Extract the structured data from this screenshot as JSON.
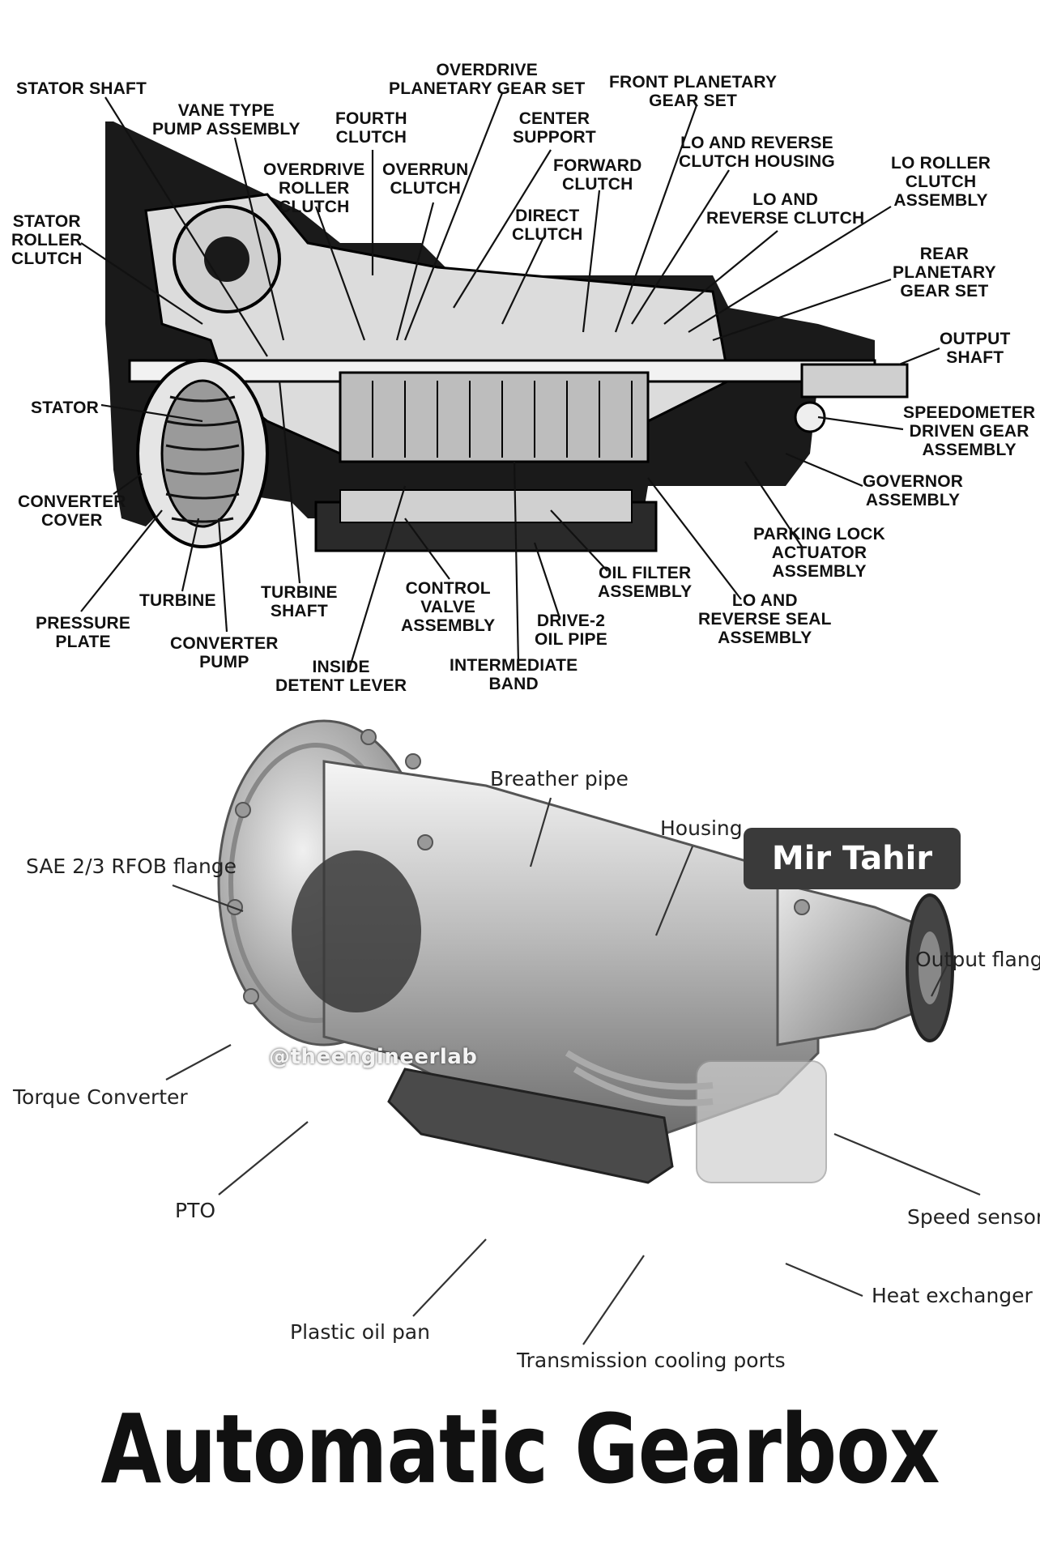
{
  "title": "Automatic Gearbox",
  "watermark": {
    "badge": "Mir Tahir",
    "handle": "@theengineerlab"
  },
  "top_labels": [
    {
      "id": "stator-shaft",
      "text": "STATOR SHAFT"
    },
    {
      "id": "overdrive-planetary",
      "text": "OVERDRIVE\nPLANETARY GEAR SET"
    },
    {
      "id": "front-planetary",
      "text": "FRONT PLANETARY\nGEAR SET"
    },
    {
      "id": "vane-pump",
      "text": "VANE TYPE\nPUMP ASSEMBLY"
    },
    {
      "id": "fourth-clutch",
      "text": "FOURTH\nCLUTCH"
    },
    {
      "id": "center-support",
      "text": "CENTER\nSUPPORT"
    },
    {
      "id": "lo-reverse-housing",
      "text": "LO AND REVERSE\nCLUTCH HOUSING"
    },
    {
      "id": "lo-roller-clutch",
      "text": "LO ROLLER\nCLUTCH\nASSEMBLY"
    },
    {
      "id": "overdrive-roller",
      "text": "OVERDRIVE\nROLLER\nCLUTCH"
    },
    {
      "id": "overrun-clutch",
      "text": "OVERRUN\nCLUTCH"
    },
    {
      "id": "forward-clutch",
      "text": "FORWARD\nCLUTCH"
    },
    {
      "id": "lo-reverse-clutch",
      "text": "LO AND\nREVERSE CLUTCH"
    },
    {
      "id": "stator-roller",
      "text": "STATOR\nROLLER\nCLUTCH"
    },
    {
      "id": "direct-clutch",
      "text": "DIRECT\nCLUTCH"
    },
    {
      "id": "rear-planetary",
      "text": "REAR\nPLANETARY\nGEAR SET"
    },
    {
      "id": "output-shaft",
      "text": "OUTPUT\nSHAFT"
    },
    {
      "id": "stator",
      "text": "STATOR"
    },
    {
      "id": "speedometer",
      "text": "SPEEDOMETER\nDRIVEN GEAR\nASSEMBLY"
    },
    {
      "id": "governor",
      "text": "GOVERNOR\nASSEMBLY"
    },
    {
      "id": "converter-cover",
      "text": "CONVERTER\nCOVER"
    },
    {
      "id": "parking-lock",
      "text": "PARKING LOCK\nACTUATOR\nASSEMBLY"
    },
    {
      "id": "oil-filter",
      "text": "OIL FILTER\nASSEMBLY"
    },
    {
      "id": "pressure-plate",
      "text": "PRESSURE\nPLATE"
    },
    {
      "id": "turbine",
      "text": "TURBINE"
    },
    {
      "id": "turbine-shaft",
      "text": "TURBINE\nSHAFT"
    },
    {
      "id": "control-valve",
      "text": "CONTROL\nVALVE\nASSEMBLY"
    },
    {
      "id": "drive2-pipe",
      "text": "DRIVE-2\nOIL PIPE"
    },
    {
      "id": "lo-reverse-seal",
      "text": "LO AND\nREVERSE SEAL\nASSEMBLY"
    },
    {
      "id": "converter-pump",
      "text": "CONVERTER\nPUMP"
    },
    {
      "id": "inside-detent",
      "text": "INSIDE\nDETENT LEVER"
    },
    {
      "id": "intermediate-band",
      "text": "INTERMEDIATE\nBAND"
    }
  ],
  "bottom_labels": [
    {
      "id": "breather-pipe",
      "text": "Breather pipe"
    },
    {
      "id": "housing",
      "text": "Housing"
    },
    {
      "id": "sae-flange",
      "text": "SAE 2/3 RFOB flange"
    },
    {
      "id": "output-flange",
      "text": "Output flange"
    },
    {
      "id": "torque-converter",
      "text": "Torque Converter"
    },
    {
      "id": "pto",
      "text": "PTO"
    },
    {
      "id": "speed-sensor",
      "text": "Speed sensor"
    },
    {
      "id": "heat-exchanger",
      "text": "Heat exchanger"
    },
    {
      "id": "plastic-oil-pan",
      "text": "Plastic oil pan"
    },
    {
      "id": "cooling-ports",
      "text": "Transmission cooling ports"
    }
  ]
}
